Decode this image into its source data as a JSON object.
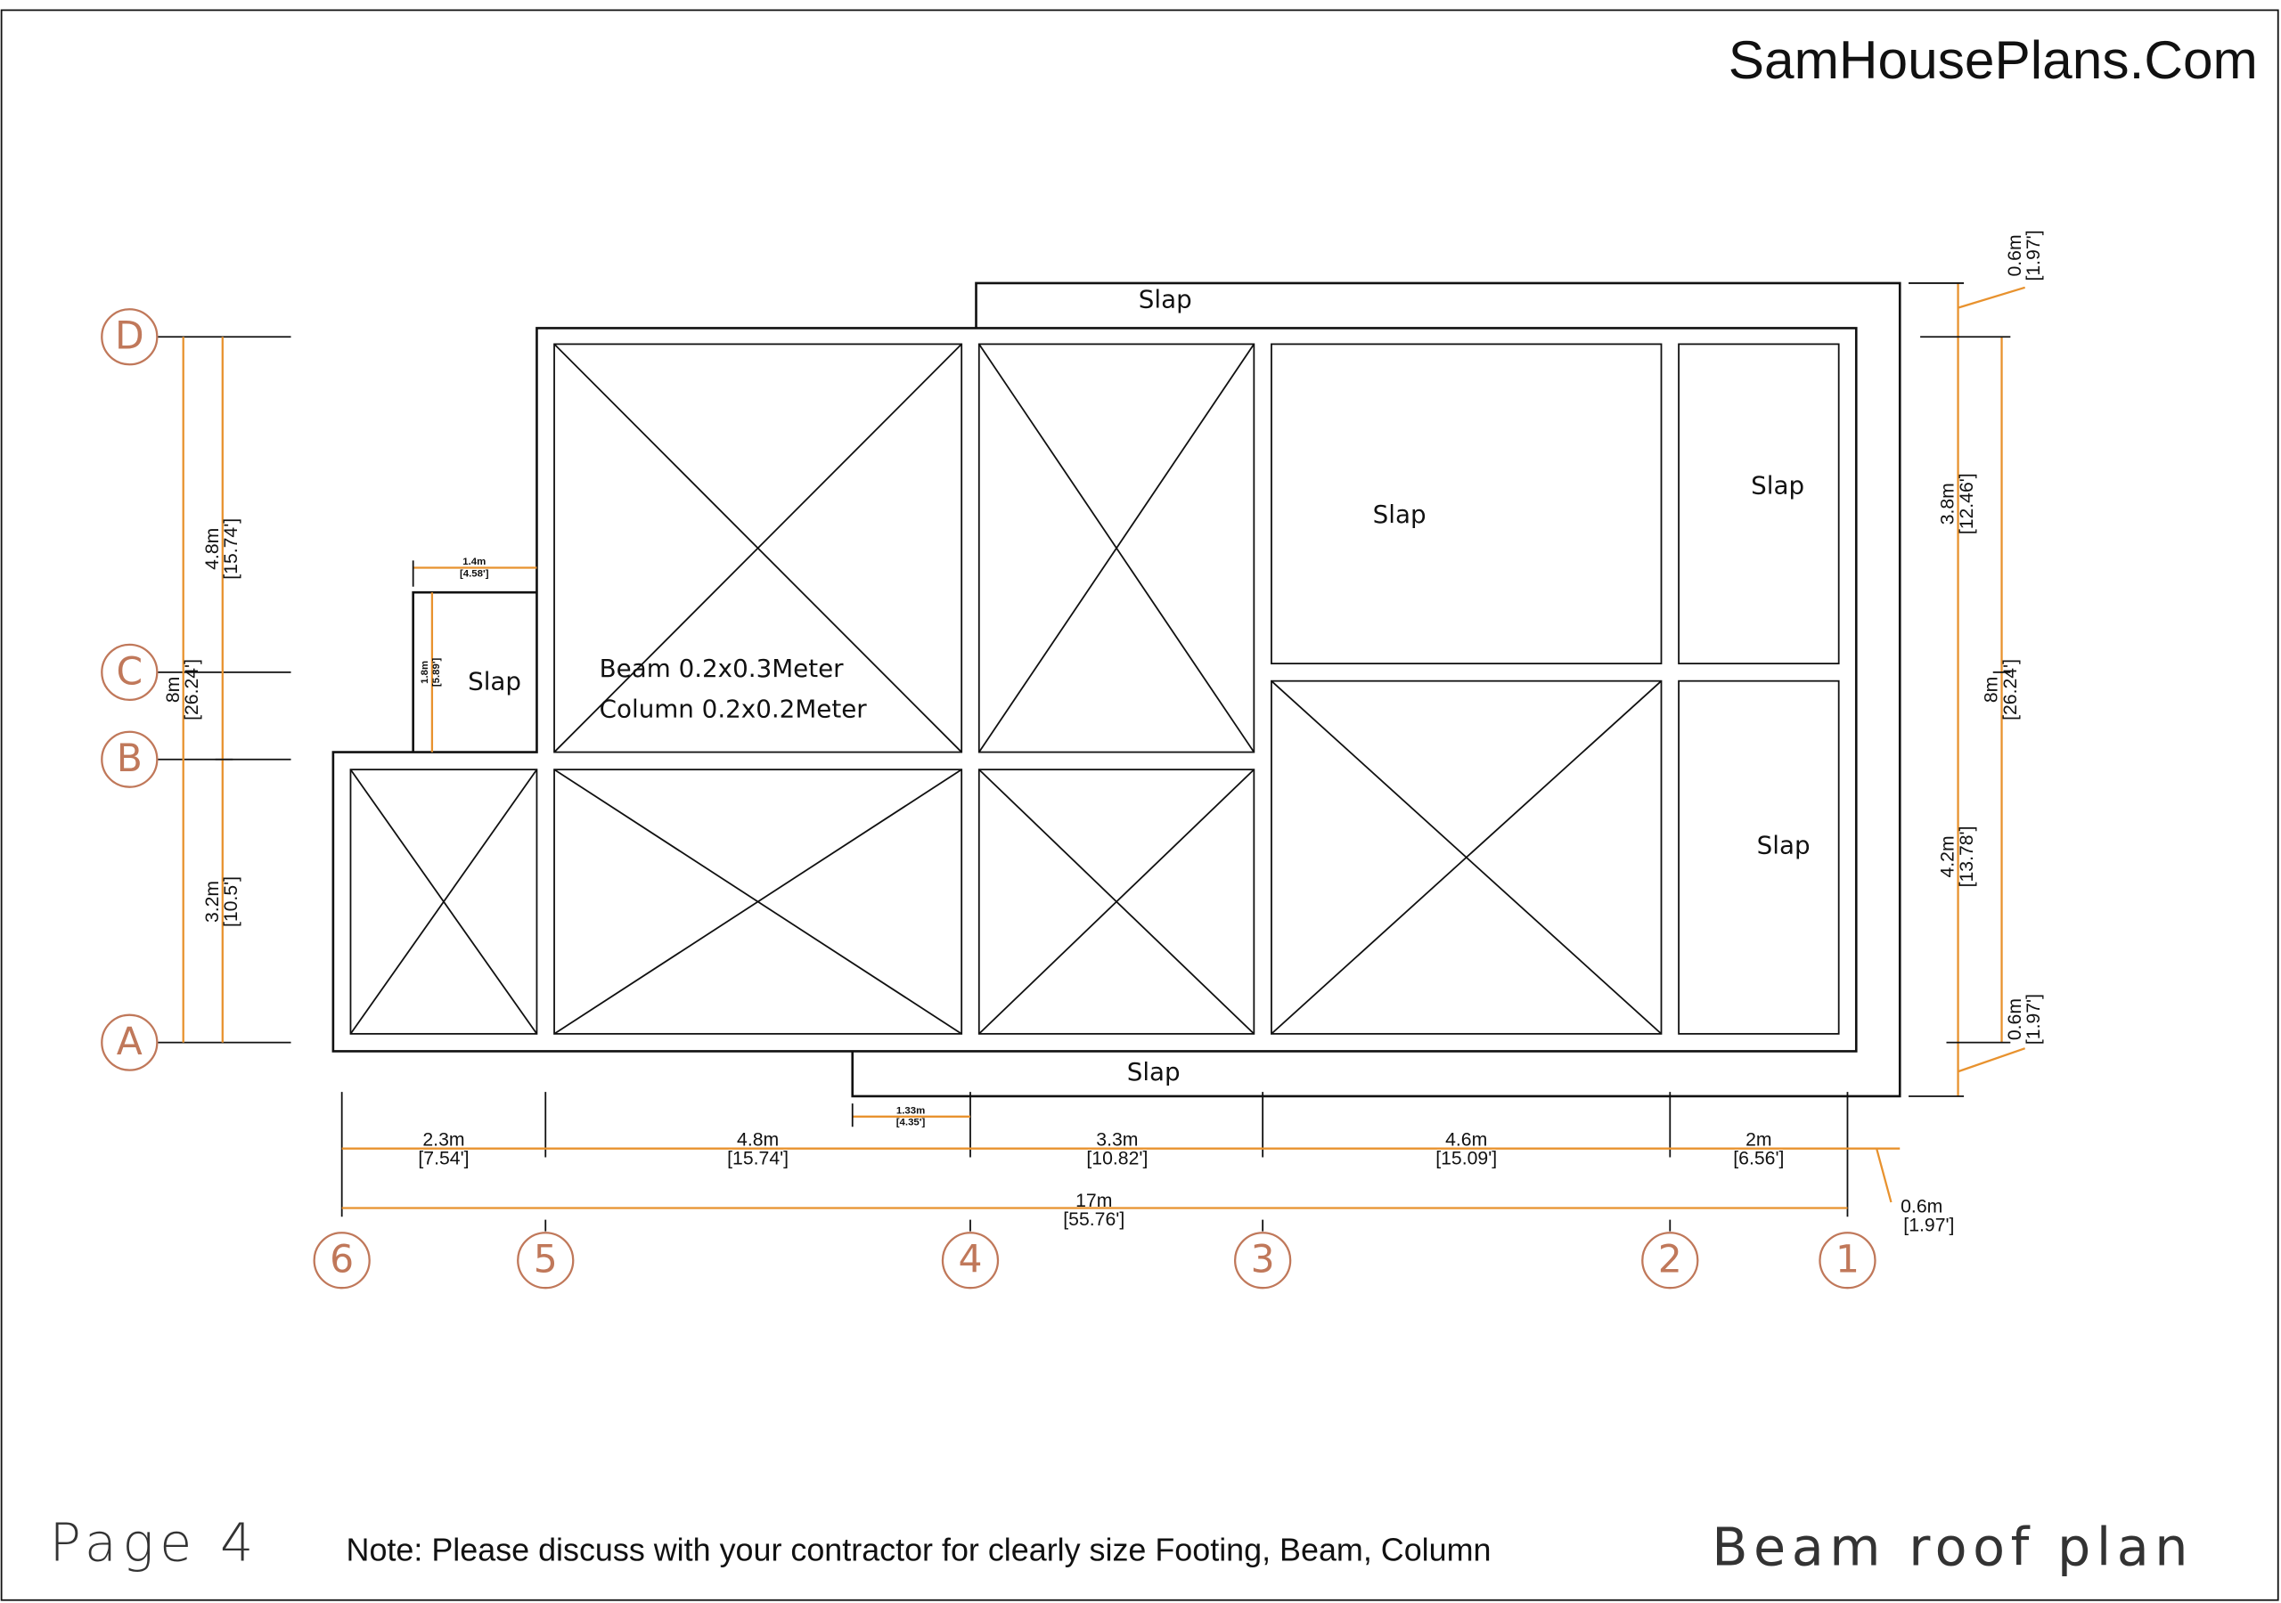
{
  "brand": "SamHousePlans.Com",
  "page_label": "Page 4",
  "note": "Note: Please discuss with your contractor for clearly size Footing, Beam, Column",
  "title": "Beam roof plan",
  "spec": {
    "beam": "Beam  0.2x0.3Meter",
    "column": "Column  0.2x0.2Meter"
  },
  "slab_label": "Slap",
  "grid_rows": [
    "D",
    "C",
    "B",
    "A"
  ],
  "grid_cols": [
    "6",
    "5",
    "4",
    "3",
    "2",
    "1"
  ],
  "dims": {
    "bottom": [
      [
        "2.3m",
        "[7.54']"
      ],
      [
        "4.8m",
        "[15.74']"
      ],
      [
        "3.3m",
        "[10.82']"
      ],
      [
        "4.6m",
        "[15.09']"
      ],
      [
        "2m",
        "[6.56']"
      ]
    ],
    "total": [
      "17m",
      "[55.76']"
    ],
    "overhang_bottom": [
      "0.6m",
      "[1.97']"
    ],
    "small_bottom": [
      "1.33m",
      "[4.35']"
    ],
    "small_top": [
      "1.4m",
      "[4.58']"
    ],
    "small_side": [
      "1.8m",
      "[5.89']"
    ],
    "left_total": [
      "8m",
      "[26.24']"
    ],
    "left_upper": [
      "4.8m",
      "[15.74']"
    ],
    "left_lower": [
      "3.2m",
      "[10.5']"
    ],
    "right_top": [
      "0.6m",
      "[1.97']"
    ],
    "right_upper": [
      "3.8m",
      "[12.46']"
    ],
    "right_total": [
      "8m",
      "[26.24']"
    ],
    "right_lower": [
      "4.2m",
      "[13.78']"
    ],
    "right_bottom": [
      "0.6m",
      "[1.97']"
    ]
  }
}
